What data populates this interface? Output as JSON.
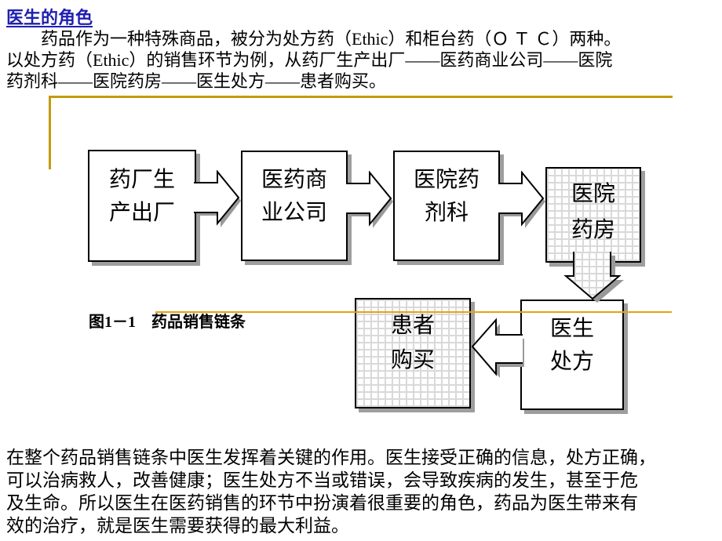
{
  "title": "医生的角色",
  "intro_paragraph": {
    "lines": [
      "　　药品作为一种特殊商品，被分为处方药（Ethic）和柜台药（Ｏ Ｔ Ｃ）两种。",
      "以处方药（Ethic）的销售环节为例，从药厂生产出厂——医药商业公司——医院",
      "药剂科——医院药房——医生处方——患者购买。"
    ]
  },
  "figure": {
    "caption": "图1－1　药品销售链条",
    "boxes": [
      {
        "id": "factory",
        "line1": "药厂生",
        "line2": "产出厂",
        "fill": "white"
      },
      {
        "id": "distributor",
        "line1": "医药商",
        "line2": "业公司",
        "fill": "white"
      },
      {
        "id": "hospital-dept",
        "line1": "医院药",
        "line2": "剂科",
        "fill": "white"
      },
      {
        "id": "hospital-dispensary",
        "line1": "医院",
        "line2": "药房",
        "fill": "pattern"
      },
      {
        "id": "patient",
        "line1": "患者",
        "line2": "购买",
        "fill": "pattern"
      },
      {
        "id": "doctor",
        "line1": "医生",
        "line2": "处方",
        "fill": "white"
      }
    ],
    "arrows": [
      "arrow-right",
      "arrow-right",
      "arrow-right",
      "arrow-down",
      "arrow-left"
    ]
  },
  "body_paragraph": {
    "lines": [
      "在整个药品销售链条中医生发挥着关键的作用。医生接受正确的信息，处方正确，",
      "可以治病救人，改善健康；医生处方不当或错误，会导致疾病的发生，甚至于危",
      "及生命。所以医生在医药销售的环节中扮演着很重要的角色，药品为医生带来有",
      "效的治疗，就是医生需要获得的最大利益。"
    ]
  },
  "colors": {
    "title_blue": "#1f1fb0",
    "gold_corner_line": "#c49b0d",
    "gold_divider_line": "#e3a414",
    "box_shadow_gray": "#9e9e9e",
    "text_black": "#000000"
  }
}
